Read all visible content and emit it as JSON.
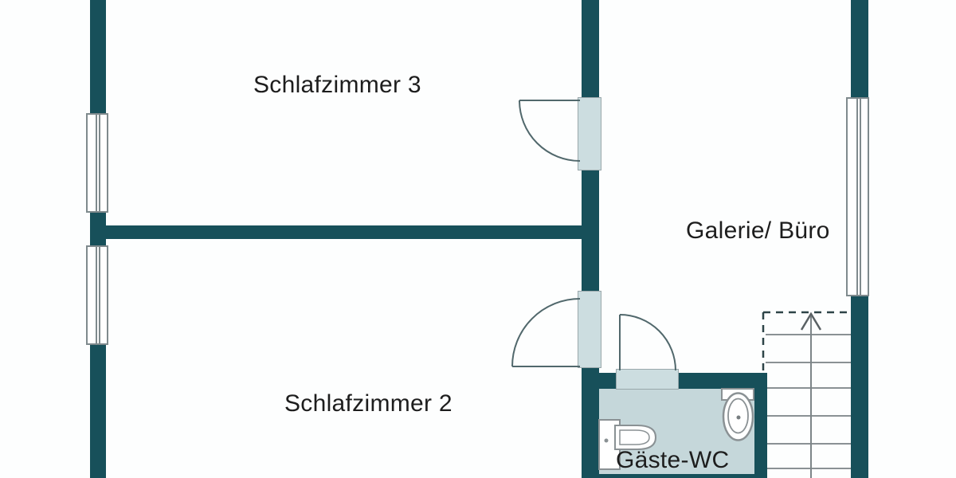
{
  "floor_plan": {
    "rooms": [
      {
        "label": "Schlafzimmer 3"
      },
      {
        "label": "Galerie/ Büro"
      },
      {
        "label": "Schlafzimmer 2"
      },
      {
        "label": "Gäste-WC"
      }
    ],
    "symbols": {
      "stairs": "staircase-up-arrow-icon",
      "doors": [
        "swing-door-icon",
        "swing-door-icon",
        "swing-door-icon"
      ],
      "windows": [
        "window-icon",
        "window-icon",
        "window-icon"
      ],
      "fixtures": [
        "washbasin-icon",
        "toilet-icon"
      ]
    },
    "colors": {
      "wall": "#17505a",
      "door_fill": "#ccdde0",
      "wc_floor": "#c5d7da",
      "line": "#8a9194",
      "dash": "#2e4448",
      "arc": "#51686c",
      "text": "#1d1d1d",
      "bg": "#fdfefe"
    }
  }
}
